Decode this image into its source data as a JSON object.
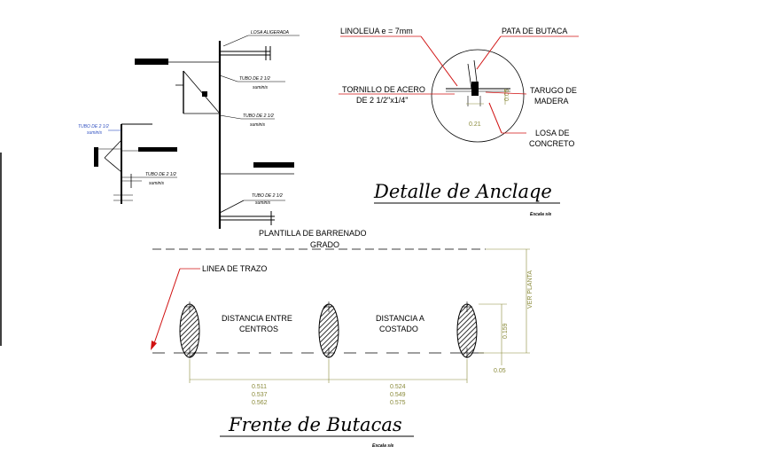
{
  "left_detail": {
    "labels": {
      "losa": "LOSA ALIGERADA",
      "tubo1": "TUBO DE 2 1/2",
      "sumin1": "suminis",
      "tubo2": "TUBO DE 2 1/2",
      "sumin2": "suminis",
      "tubo3": "TUBO DE 2 1/2",
      "sumin3": "suminis",
      "small_tubo": "TUBO DE 2 1/2",
      "small_sumin": "suminis",
      "small_tubo_blue": "TUBO DE 2 1/2",
      "small_sumin_blue": "suminis"
    }
  },
  "anchor_detail": {
    "labels": {
      "linoleo": "LINOLEUA e = 7mm",
      "pata": "PATA DE BUTACA",
      "tornillo1": "TORNILLO DE ACERO",
      "tornillo2": "DE 2 1/2\"x1/4\"",
      "tarugo1": "TARUGO DE",
      "tarugo2": "MADERA",
      "losa1": "LOSA DE",
      "losa2": "CONCRETO",
      "dim_021": "0.21",
      "dim_v": "0.05"
    },
    "title": "Detalle de Anclaqe",
    "scale": "Escala s/e"
  },
  "front_detail": {
    "plantilla1": "PLANTILLA DE BARRENADO",
    "plantilla2": "GRADO",
    "linea": "LINEA DE TRAZO",
    "dist_centros1": "DISTANCIA ENTRE",
    "dist_centros2": "CENTROS",
    "dist_costado1": "DISTANCIA A",
    "dist_costado2": "COSTADO",
    "ver_planta": "VER PLANTA",
    "dim_height": "0.159",
    "dim_bottom": "0.05",
    "dims_left": [
      "0.511",
      "0.537",
      "0.562"
    ],
    "dims_right": [
      "0.524",
      "0.549",
      "0.575"
    ],
    "title": "Frente de Butacas",
    "scale": "Escala s/e"
  },
  "colors": {
    "red": "#d01010",
    "dim": "#8a8a3a",
    "blue": "#3050c0"
  }
}
